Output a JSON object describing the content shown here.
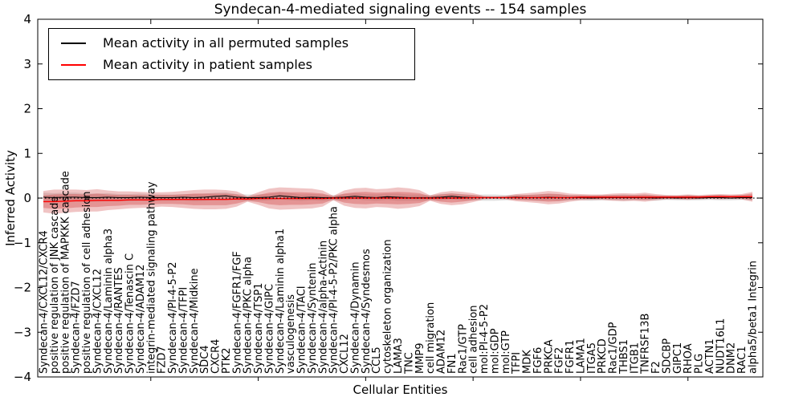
{
  "chart_data": {
    "type": "line",
    "title": "Syndecan-4-mediated signaling events -- 154 samples",
    "xlabel": "Cellular Entities",
    "ylabel": "Inferred Activity",
    "ylim": [
      -4,
      4
    ],
    "yticks": [
      4,
      3,
      2,
      1,
      0,
      -1,
      -2,
      -3,
      -4
    ],
    "ytick_labels": [
      "4",
      "3",
      "2",
      "1",
      "0",
      "−1",
      "−2",
      "−3",
      "−4"
    ],
    "x_major_tick_indices": [
      10,
      20,
      30,
      40,
      50,
      60
    ],
    "grid": false,
    "zero_line": 0,
    "categories": [
      "Syndecan-4/CXCL12/CXCR4",
      "positive regulation of JNK cascade",
      "positive regulation of MAPKKK cascade",
      "Syndecan-4/FZD7",
      "positive regulation of cell adhesion",
      "Syndecan-4/CXCL12",
      "Syndecan-4/Laminin alpha3",
      "Syndecan-4/RANTES",
      "Syndecan-4/Tenascin C",
      "Syndecan-4/ADAM12",
      "integrin-mediated signaling pathway",
      "FZD7",
      "Syndecan-4/PI-4-5-P2",
      "Syndecan-4/TFPI",
      "Syndecan-4/Midkine",
      "SDC4",
      "CXCR4",
      "PTK2",
      "Syndecan-4/FGFR1/FGF",
      "Syndecan-4/PKC alpha",
      "Syndecan-4/TSP1",
      "Syndecan-4/GIPC",
      "Syndecan-4/Laminin alpha1",
      "vasculogenesis",
      "Syndecan-4/TACI",
      "Syndecan-4/Syntenin",
      "Syndecan-4/alpha-Actinin",
      "Syndecan-4/PI-4-5-P2/PKC alpha",
      "CXCL12",
      "Syndecan-4/Dynamin",
      "Syndecan-4/Syndesmos",
      "CCL5",
      "cytoskeleton organization",
      "LAMA3",
      "TNC",
      "MMP9",
      "cell migration",
      "ADAM12",
      "FN1",
      "Rac1/GTP",
      "cell adhesion",
      "mol:PI-4-5-P2",
      "mol:GDP",
      "mol:GTP",
      "TFPI",
      "MDK",
      "FGF6",
      "PRKCA",
      "FGF2",
      "FGFR1",
      "LAMA1",
      "ITGA5",
      "PRKCD",
      "Rac1/GDP",
      "THBS1",
      "ITGB1",
      "TNFRSF13B",
      "F2",
      "SDCBP",
      "GIPC1",
      "RHOA",
      "PLG",
      "ACTN1",
      "NUDT16L1",
      "DNM2",
      "RAC1",
      "alpha5/beta1 Integrin"
    ],
    "series": [
      {
        "name": "Mean activity in all permuted samples",
        "color": "#000000",
        "values": [
          0.02,
          0.01,
          0.02,
          0.02,
          0.01,
          0.01,
          0.02,
          0.01,
          0.01,
          0.02,
          0.01,
          0.01,
          0.01,
          0.02,
          0.01,
          0.02,
          0.04,
          0.05,
          0.02,
          0.01,
          0.01,
          0.02,
          0.05,
          0.03,
          0.01,
          0.02,
          0.01,
          0.01,
          0.02,
          0.04,
          0.02,
          0.01,
          0.03,
          0.02,
          0.01,
          0.01,
          0.01,
          0.02,
          0.04,
          0.02,
          0.01,
          0.01,
          0.01,
          0.01,
          0.02,
          0.01,
          0.01,
          0.02,
          0.01,
          0.01,
          0.01,
          0.0,
          0.01,
          0.01,
          0.01,
          0.01,
          0.01,
          0.0,
          0.01,
          0.0,
          0.01,
          0.0,
          0.01,
          0.01,
          0.0,
          0.01,
          0.01
        ]
      },
      {
        "name": "Mean activity in patient samples",
        "color": "#ff0000",
        "values": [
          -0.08,
          -0.08,
          -0.07,
          -0.06,
          -0.06,
          -0.05,
          -0.05,
          -0.05,
          -0.04,
          -0.04,
          -0.04,
          -0.03,
          -0.03,
          -0.03,
          -0.03,
          -0.03,
          -0.03,
          -0.03,
          -0.02,
          -0.02,
          -0.01,
          -0.01,
          -0.01,
          -0.01,
          -0.01,
          -0.01,
          -0.01,
          0.0,
          0.0,
          0.0,
          0.0,
          0.0,
          0.0,
          0.0,
          0.0,
          0.0,
          0.0,
          0.0,
          0.0,
          0.0,
          0.01,
          0.01,
          0.01,
          0.01,
          0.01,
          0.01,
          0.01,
          0.01,
          0.01,
          0.01,
          0.02,
          0.02,
          0.02,
          0.02,
          0.02,
          0.02,
          0.02,
          0.02,
          0.02,
          0.02,
          0.02,
          0.02,
          0.03,
          0.03,
          0.03,
          0.03,
          0.03
        ]
      }
    ],
    "bands": [
      {
        "name": "permuted-std",
        "color": "rgba(90,90,90,0.18)",
        "center_series": 0,
        "half_widths": [
          0.1,
          0.1,
          0.1,
          0.1,
          0.09,
          0.09,
          0.09,
          0.08,
          0.08,
          0.08,
          0.08,
          0.07,
          0.07,
          0.07,
          0.08,
          0.08,
          0.08,
          0.08,
          0.07,
          0.07,
          0.07,
          0.07,
          0.08,
          0.08,
          0.07,
          0.07,
          0.07,
          0.06,
          0.07,
          0.07,
          0.07,
          0.07,
          0.07,
          0.08,
          0.07,
          0.07,
          0.06,
          0.07,
          0.07,
          0.07,
          0.06,
          0.07,
          0.07,
          0.06,
          0.06,
          0.06,
          0.07,
          0.07,
          0.07,
          0.06,
          0.06,
          0.06,
          0.06,
          0.06,
          0.07,
          0.06,
          0.06,
          0.06,
          0.05,
          0.05,
          0.06,
          0.05,
          0.05,
          0.06,
          0.05,
          0.05,
          0.06
        ]
      },
      {
        "name": "patient-std-outer",
        "color": "rgba(205,60,60,0.30)",
        "center_series": 1,
        "half_widths": [
          0.24,
          0.27,
          0.26,
          0.25,
          0.24,
          0.25,
          0.22,
          0.2,
          0.19,
          0.18,
          0.17,
          0.16,
          0.17,
          0.19,
          0.21,
          0.22,
          0.22,
          0.21,
          0.17,
          0.06,
          0.14,
          0.22,
          0.25,
          0.24,
          0.23,
          0.22,
          0.18,
          0.05,
          0.17,
          0.22,
          0.23,
          0.2,
          0.21,
          0.24,
          0.22,
          0.18,
          0.06,
          0.13,
          0.16,
          0.14,
          0.1,
          0.04,
          0.03,
          0.04,
          0.08,
          0.1,
          0.12,
          0.15,
          0.13,
          0.09,
          0.07,
          0.06,
          0.06,
          0.08,
          0.09,
          0.08,
          0.1,
          0.07,
          0.05,
          0.05,
          0.06,
          0.05,
          0.05,
          0.06,
          0.05,
          0.06,
          0.11
        ]
      },
      {
        "name": "patient-std-inner",
        "color": "rgba(205,60,60,0.35)",
        "center_series": 1,
        "half_widths": [
          0.14,
          0.16,
          0.16,
          0.15,
          0.14,
          0.15,
          0.13,
          0.12,
          0.11,
          0.11,
          0.1,
          0.1,
          0.1,
          0.11,
          0.13,
          0.13,
          0.13,
          0.13,
          0.1,
          0.04,
          0.08,
          0.13,
          0.15,
          0.14,
          0.14,
          0.13,
          0.11,
          0.03,
          0.1,
          0.13,
          0.14,
          0.12,
          0.13,
          0.14,
          0.13,
          0.11,
          0.04,
          0.08,
          0.1,
          0.08,
          0.06,
          0.02,
          0.02,
          0.02,
          0.05,
          0.06,
          0.07,
          0.09,
          0.08,
          0.05,
          0.04,
          0.04,
          0.04,
          0.05,
          0.05,
          0.05,
          0.06,
          0.04,
          0.03,
          0.03,
          0.04,
          0.03,
          0.03,
          0.04,
          0.03,
          0.04,
          0.07
        ]
      }
    ],
    "legend": {
      "position": "upper left",
      "entries": [
        {
          "label": "Mean activity in all permuted samples",
          "color": "#000000"
        },
        {
          "label": "Mean activity in patient samples",
          "color": "#ff0000"
        }
      ]
    }
  }
}
